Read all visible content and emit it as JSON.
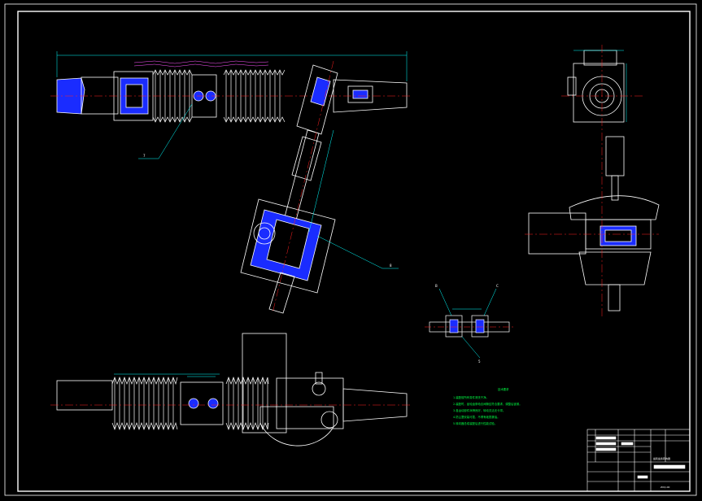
{
  "drawing": {
    "background": "#000000",
    "colors": {
      "frame": "#ffffff",
      "outline": "#ffffff",
      "section_fill": "#1a2cff",
      "centerline": "#ff2222",
      "dimension": "#00ffff",
      "boot_marks": "#ff55ff",
      "notes": "#00ff44",
      "leader": "#00ffff"
    },
    "item_labels": [
      "7",
      "8",
      "B",
      "C",
      "5"
    ],
    "notes_title": "技术要求",
    "notes_lines": [
      "1.装配前所有零件清洗干净。",
      "2.装配时，齿轮齿条啮合间隙应符合要求，调整后锁紧。",
      "3.各运动部件润滑良好，转动灵活无卡滞。",
      "4.防尘罩安装可靠，不得有破损漏油。",
      "5.转向器总成装配后进行性能试验。"
    ],
    "title_block": {
      "drawing_title": "齿轮齿条转向器",
      "drawing_number": "ZXQ-00"
    }
  }
}
